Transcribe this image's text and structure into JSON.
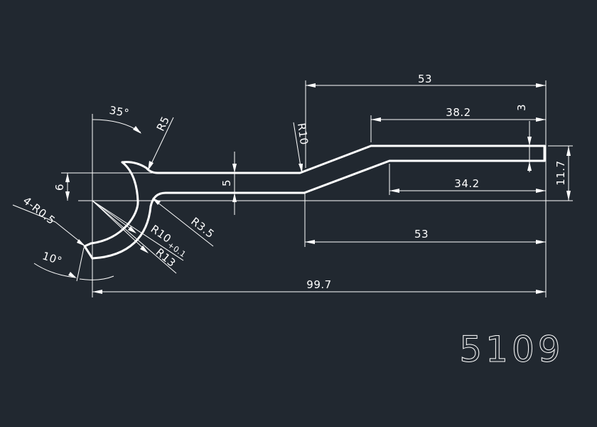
{
  "drawing": {
    "part_number": "5109",
    "colors": {
      "background": "#212830",
      "line": "#ffffff"
    },
    "dimensions": {
      "d53_top": "53",
      "d38_2": "38.2",
      "d3": "3",
      "d34_2": "34.2",
      "d11_7": "11.7",
      "d53_bottom": "53",
      "d99_7": "99.7",
      "d5": "5",
      "d6": "6",
      "r10_upper": "R10",
      "r5": "R5",
      "a35": "35°",
      "r0_5": "4-R0.5",
      "a10": "10°",
      "r10_lower_base": "R10",
      "r10_tol": "+0.1",
      "r13": "R13",
      "r3_5": "R3.5"
    }
  }
}
